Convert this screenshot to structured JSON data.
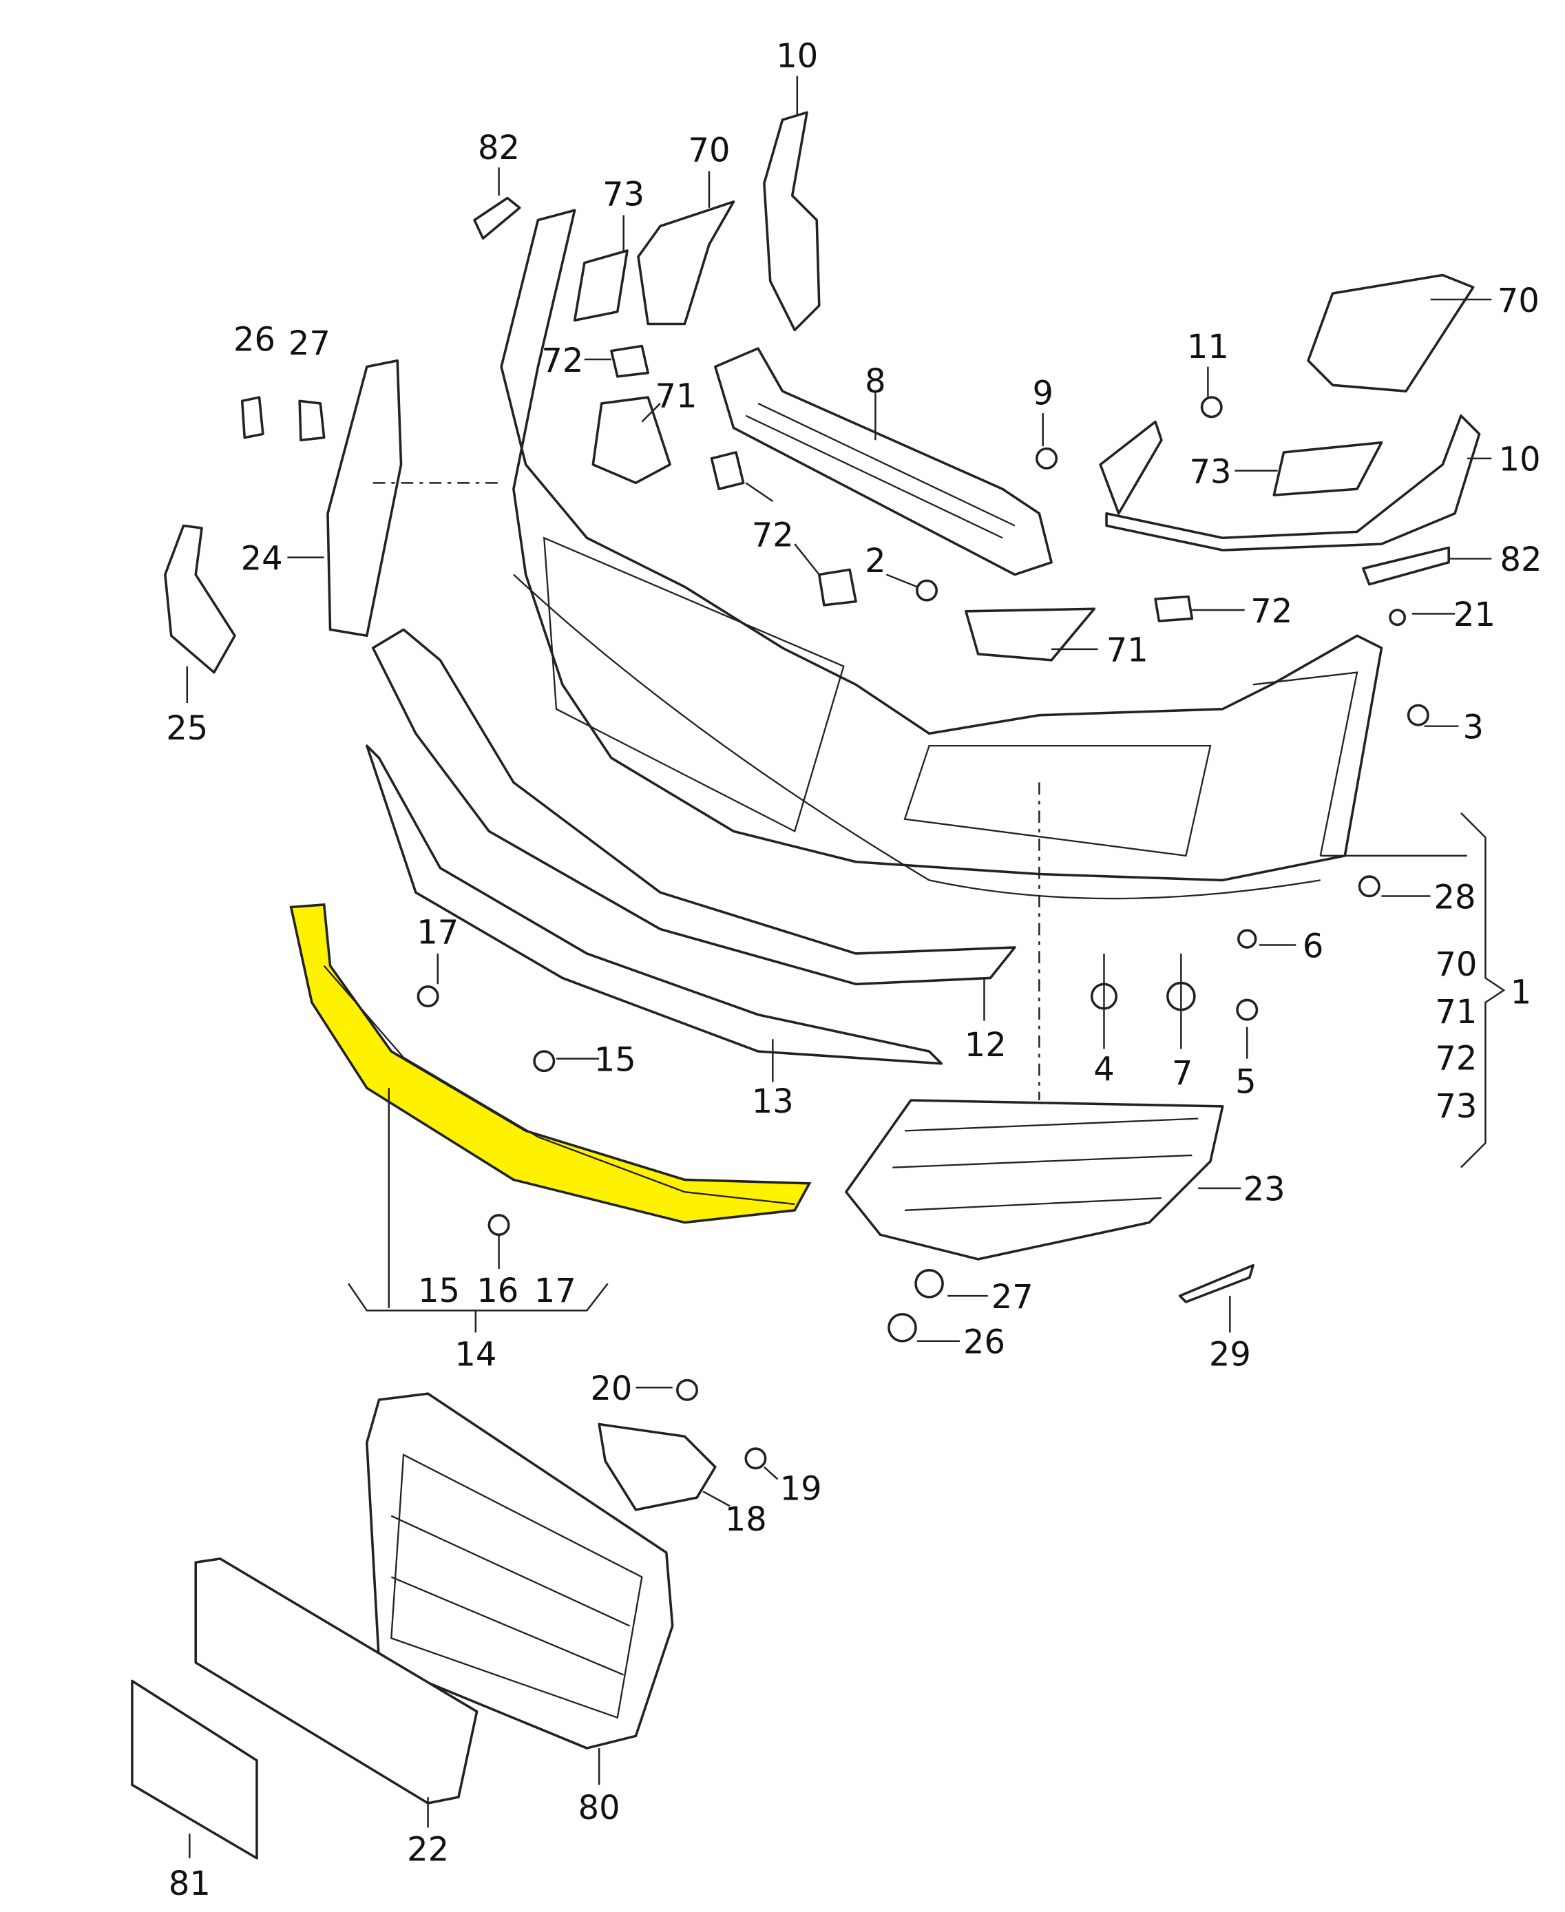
{
  "diagram": {
    "title": "Front bumper parts diagram",
    "highlight_color": "#fff200",
    "highlighted_part": "14",
    "labels": [
      "10",
      "82",
      "70",
      "73",
      "26",
      "27",
      "72",
      "71",
      "8",
      "9",
      "11",
      "70",
      "73",
      "10",
      "24",
      "72",
      "2",
      "82",
      "72",
      "71",
      "21",
      "25",
      "3",
      "28",
      "17",
      "6",
      "70",
      "71",
      "72",
      "73",
      "1",
      "12",
      "15",
      "4",
      "7",
      "5",
      "13",
      "23",
      "15",
      "16",
      "17",
      "27",
      "14",
      "26",
      "29",
      "20",
      "19",
      "18",
      "80",
      "22",
      "81"
    ]
  }
}
